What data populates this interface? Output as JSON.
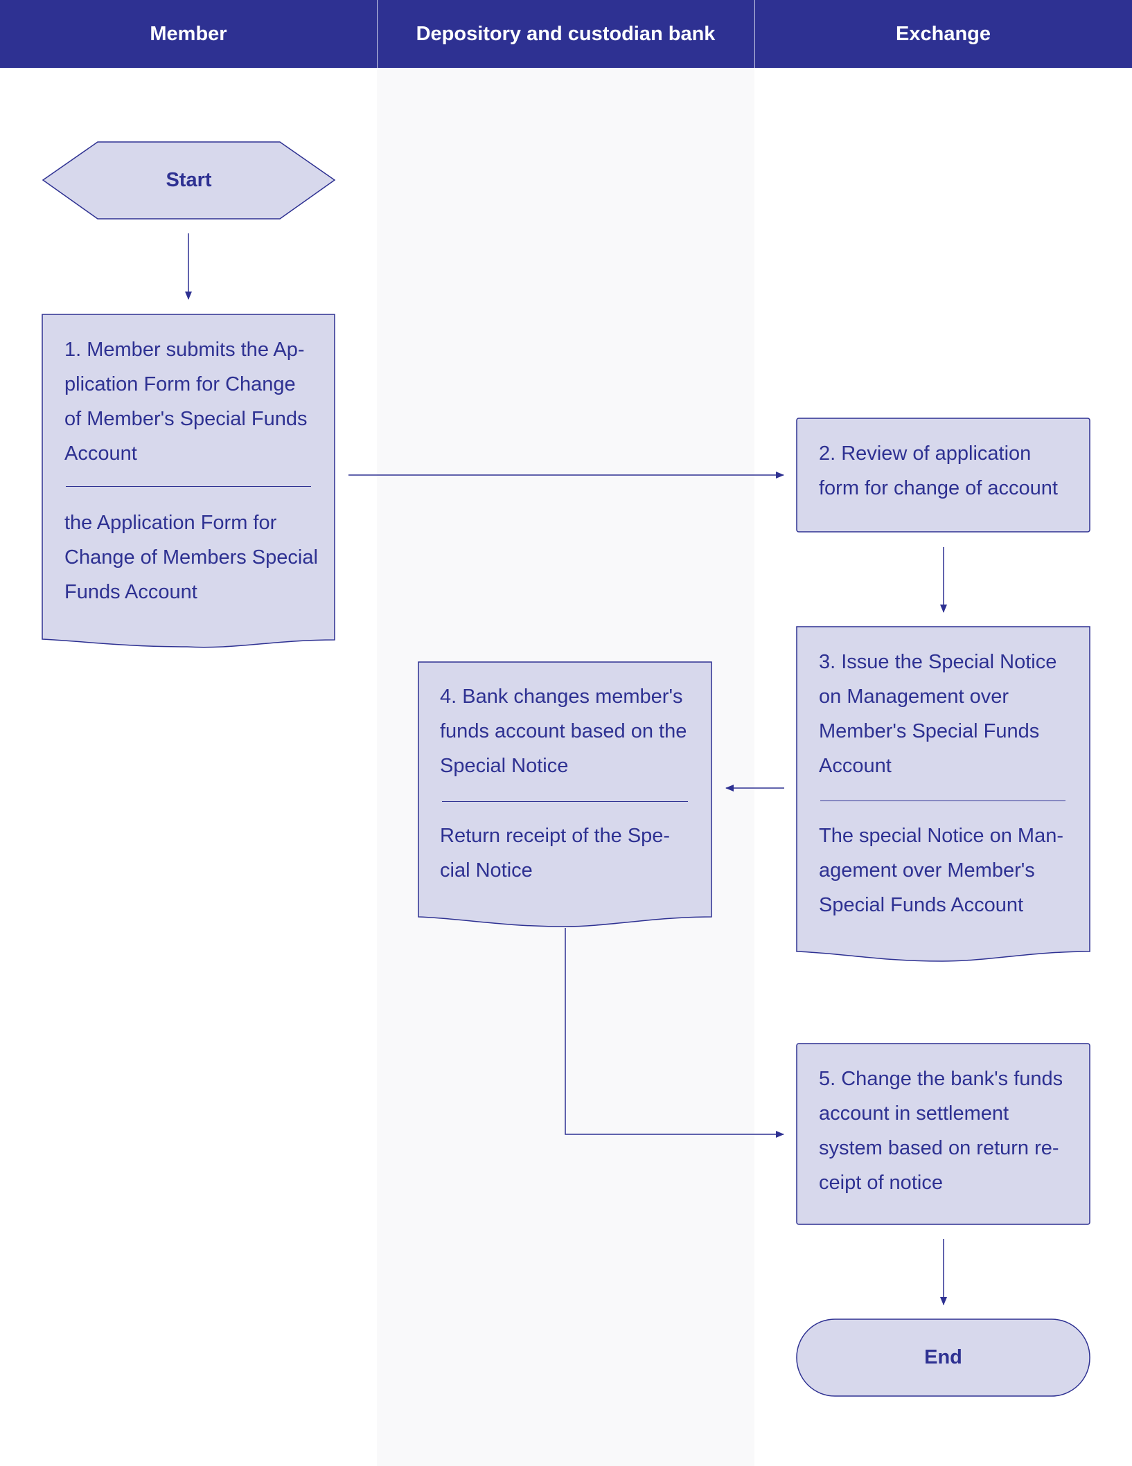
{
  "lanes": {
    "member": "Member",
    "bank": "Depository and custodian bank",
    "exchange": "Exchange"
  },
  "colors": {
    "header_bg": "#2e3192",
    "shape_fill": "#d7d8ec",
    "stroke": "#2e3192",
    "middle_lane_bg": "#f9f9fa"
  },
  "nodes": {
    "start": "Start",
    "step1": {
      "title": "1. Member submits the Ap-\nplication Form for Change\nof Member's Special Funds\nAccount",
      "doc": "the Application Form for\nChange of Members Special\nFunds Account"
    },
    "step2": {
      "title": "2. Review of application\nform for change of account"
    },
    "step3": {
      "title": "3. Issue the Special Notice\non Management over\nMember's Special Funds\nAccount",
      "doc": "The special Notice on Man-\nagement over Member's\nSpecial Funds Account"
    },
    "step4": {
      "title": "4. Bank changes member's\nfunds account based on the\nSpecial Notice",
      "doc": "Return receipt of the Spe-\ncial Notice"
    },
    "step5": {
      "title": "5. Change the bank's funds\naccount in settlement\nsystem based on return re-\nceipt of notice"
    },
    "end": "End"
  }
}
